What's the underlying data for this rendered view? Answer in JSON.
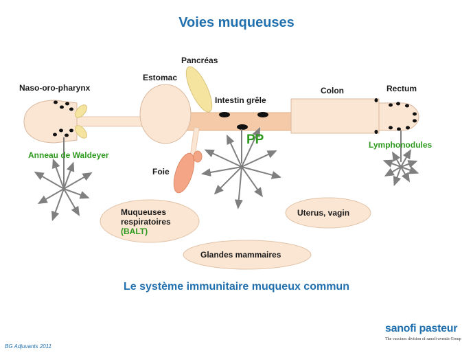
{
  "title": "Voies muqueuses",
  "subtitle": "Le système immunitaire muqueux commun",
  "labels": {
    "naso": "Naso-oro-pharynx",
    "estomac": "Estomac",
    "pancreas": "Pancréas",
    "intestin": "Intestin grêle",
    "colon": "Colon",
    "rectum": "Rectum",
    "foie": "Foie",
    "waldeyer": "Anneau de Waldeyer",
    "pp": "PP",
    "lympho": "Lymphonodules"
  },
  "ovals": {
    "resp_line1": "Muqueuses",
    "resp_line2": "respiratoires",
    "resp_line3": "(BALT)",
    "uterus": "Uterus, vagin",
    "glandes": "Glandes mammaires"
  },
  "brand": {
    "name": "sanofi pasteur",
    "tagline": "The vaccines division of sanofi-aventis Group"
  },
  "footer": "BG Adjuvants 2011",
  "colors": {
    "organ_fill": "#fbe5d3",
    "organ_stroke": "#e8c9b0",
    "pancreas": "#f5e3a0",
    "foie": "#f4a585",
    "node": "#111111",
    "arrow": "#7f7f7f",
    "title_blue": "#1f6fae",
    "green": "#2e9a1e"
  }
}
